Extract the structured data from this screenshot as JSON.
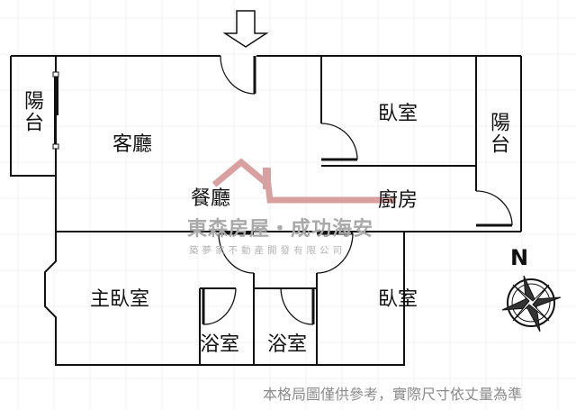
{
  "rooms": {
    "balcony_left": "陽台",
    "living_room": "客廳",
    "bedroom_top": "臥室",
    "balcony_right": "陽台",
    "dining_room": "餐廳",
    "kitchen": "廚房",
    "master_bedroom": "主臥室",
    "bathroom_1": "浴室",
    "bathroom_2": "浴室",
    "bedroom_bottom": "臥室"
  },
  "watermark": {
    "brand": "東森房屋・成功海安",
    "company": "築夢家不動產開發有限公司"
  },
  "compass": {
    "north_label": "N"
  },
  "disclaimer": "本格局圖僅供參考，實際尺寸依丈量為準",
  "colors": {
    "wall": "#111111",
    "logo_roof": "#d9a0a0",
    "watermark_text": "#a9a9a9"
  }
}
